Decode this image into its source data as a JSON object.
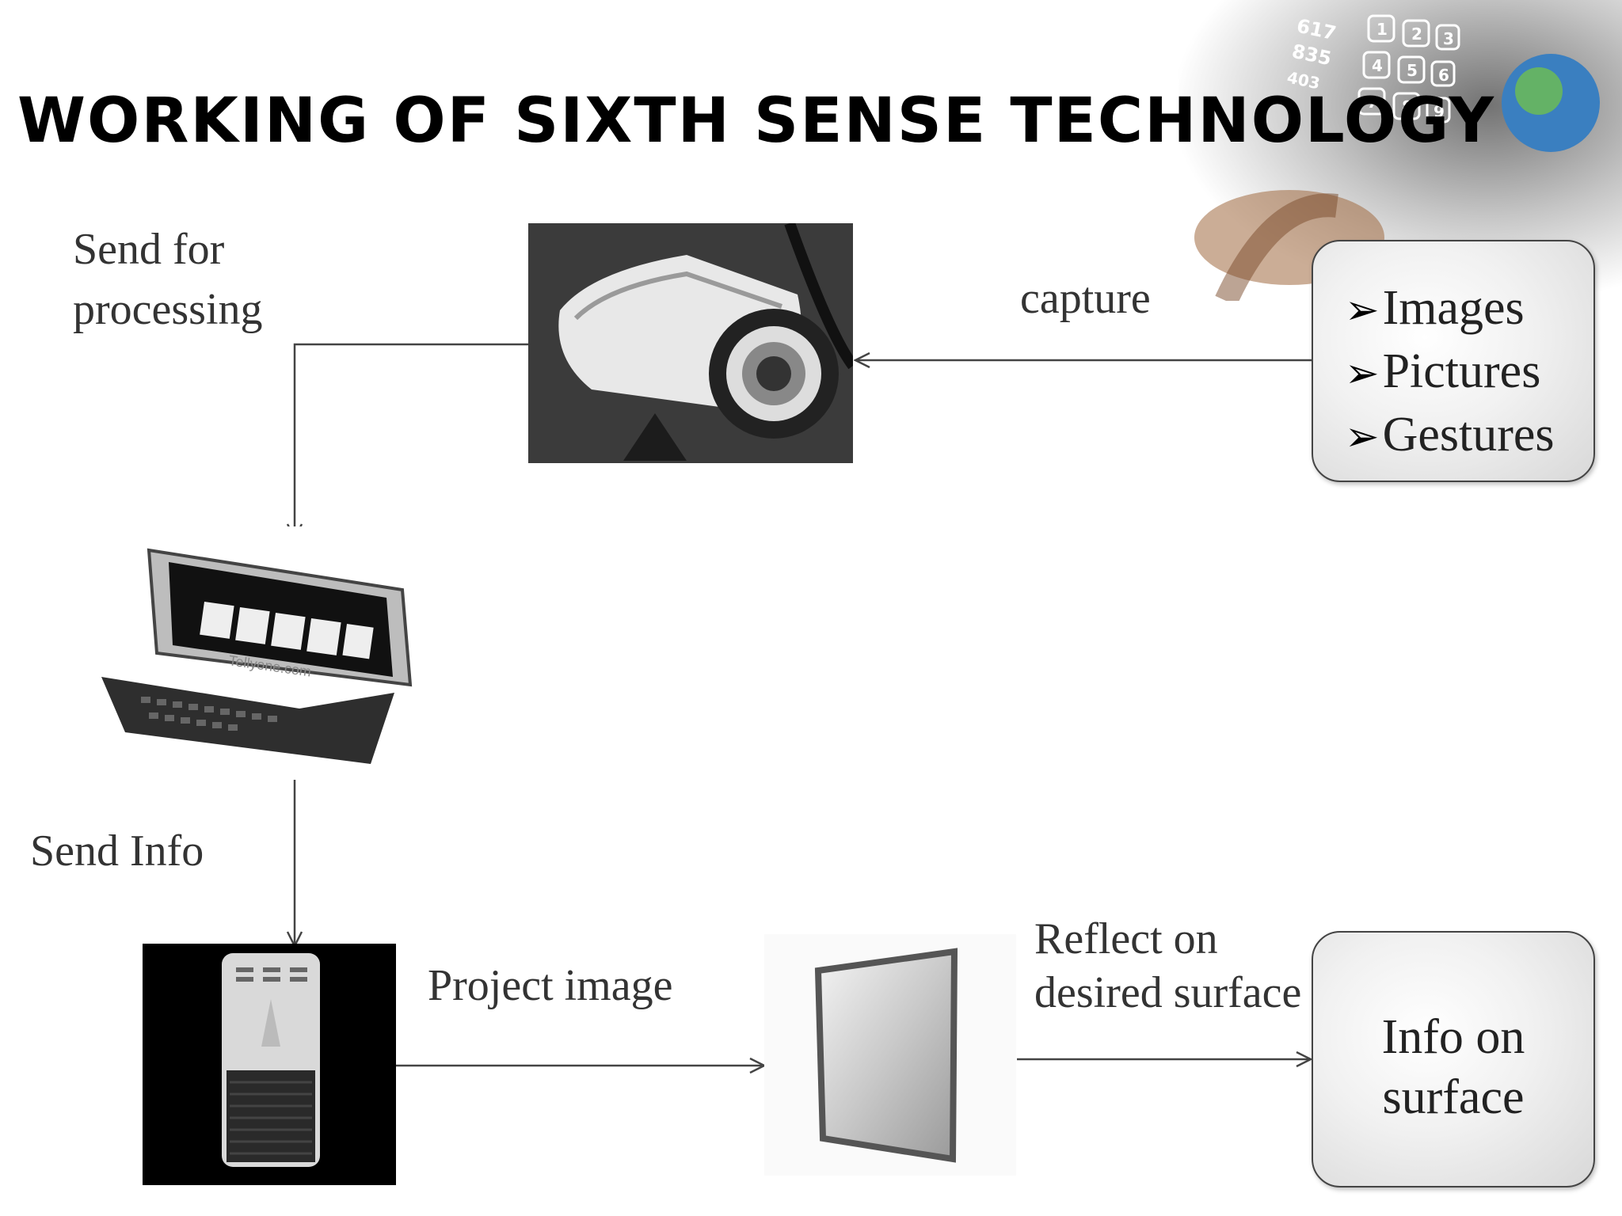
{
  "slide": {
    "title": "WORKING OF SIXTH SENSE TECHNOLOGY"
  },
  "corner_decoration": {
    "numbers": [
      "617",
      "835",
      "403"
    ],
    "keys": [
      "1",
      "2",
      "3",
      "4",
      "5",
      "6",
      "7",
      "8",
      "9"
    ]
  },
  "labels": {
    "send_for_processing_line1": "Send for",
    "send_for_processing_line2": "processing",
    "capture": "capture",
    "send_info": "Send Info",
    "project_image": "Project image",
    "reflect_line1": "Reflect on",
    "reflect_line2": "desired surface"
  },
  "inputs_box": {
    "bullet": "➢",
    "items": [
      "Images",
      "Pictures",
      "Gestures"
    ]
  },
  "output_box": {
    "line1": "Info on",
    "line2": "surface"
  },
  "images": {
    "phone_watermark": "Tellyone.com"
  },
  "colors": {
    "arrow": "#444444",
    "box_border": "#444444"
  }
}
